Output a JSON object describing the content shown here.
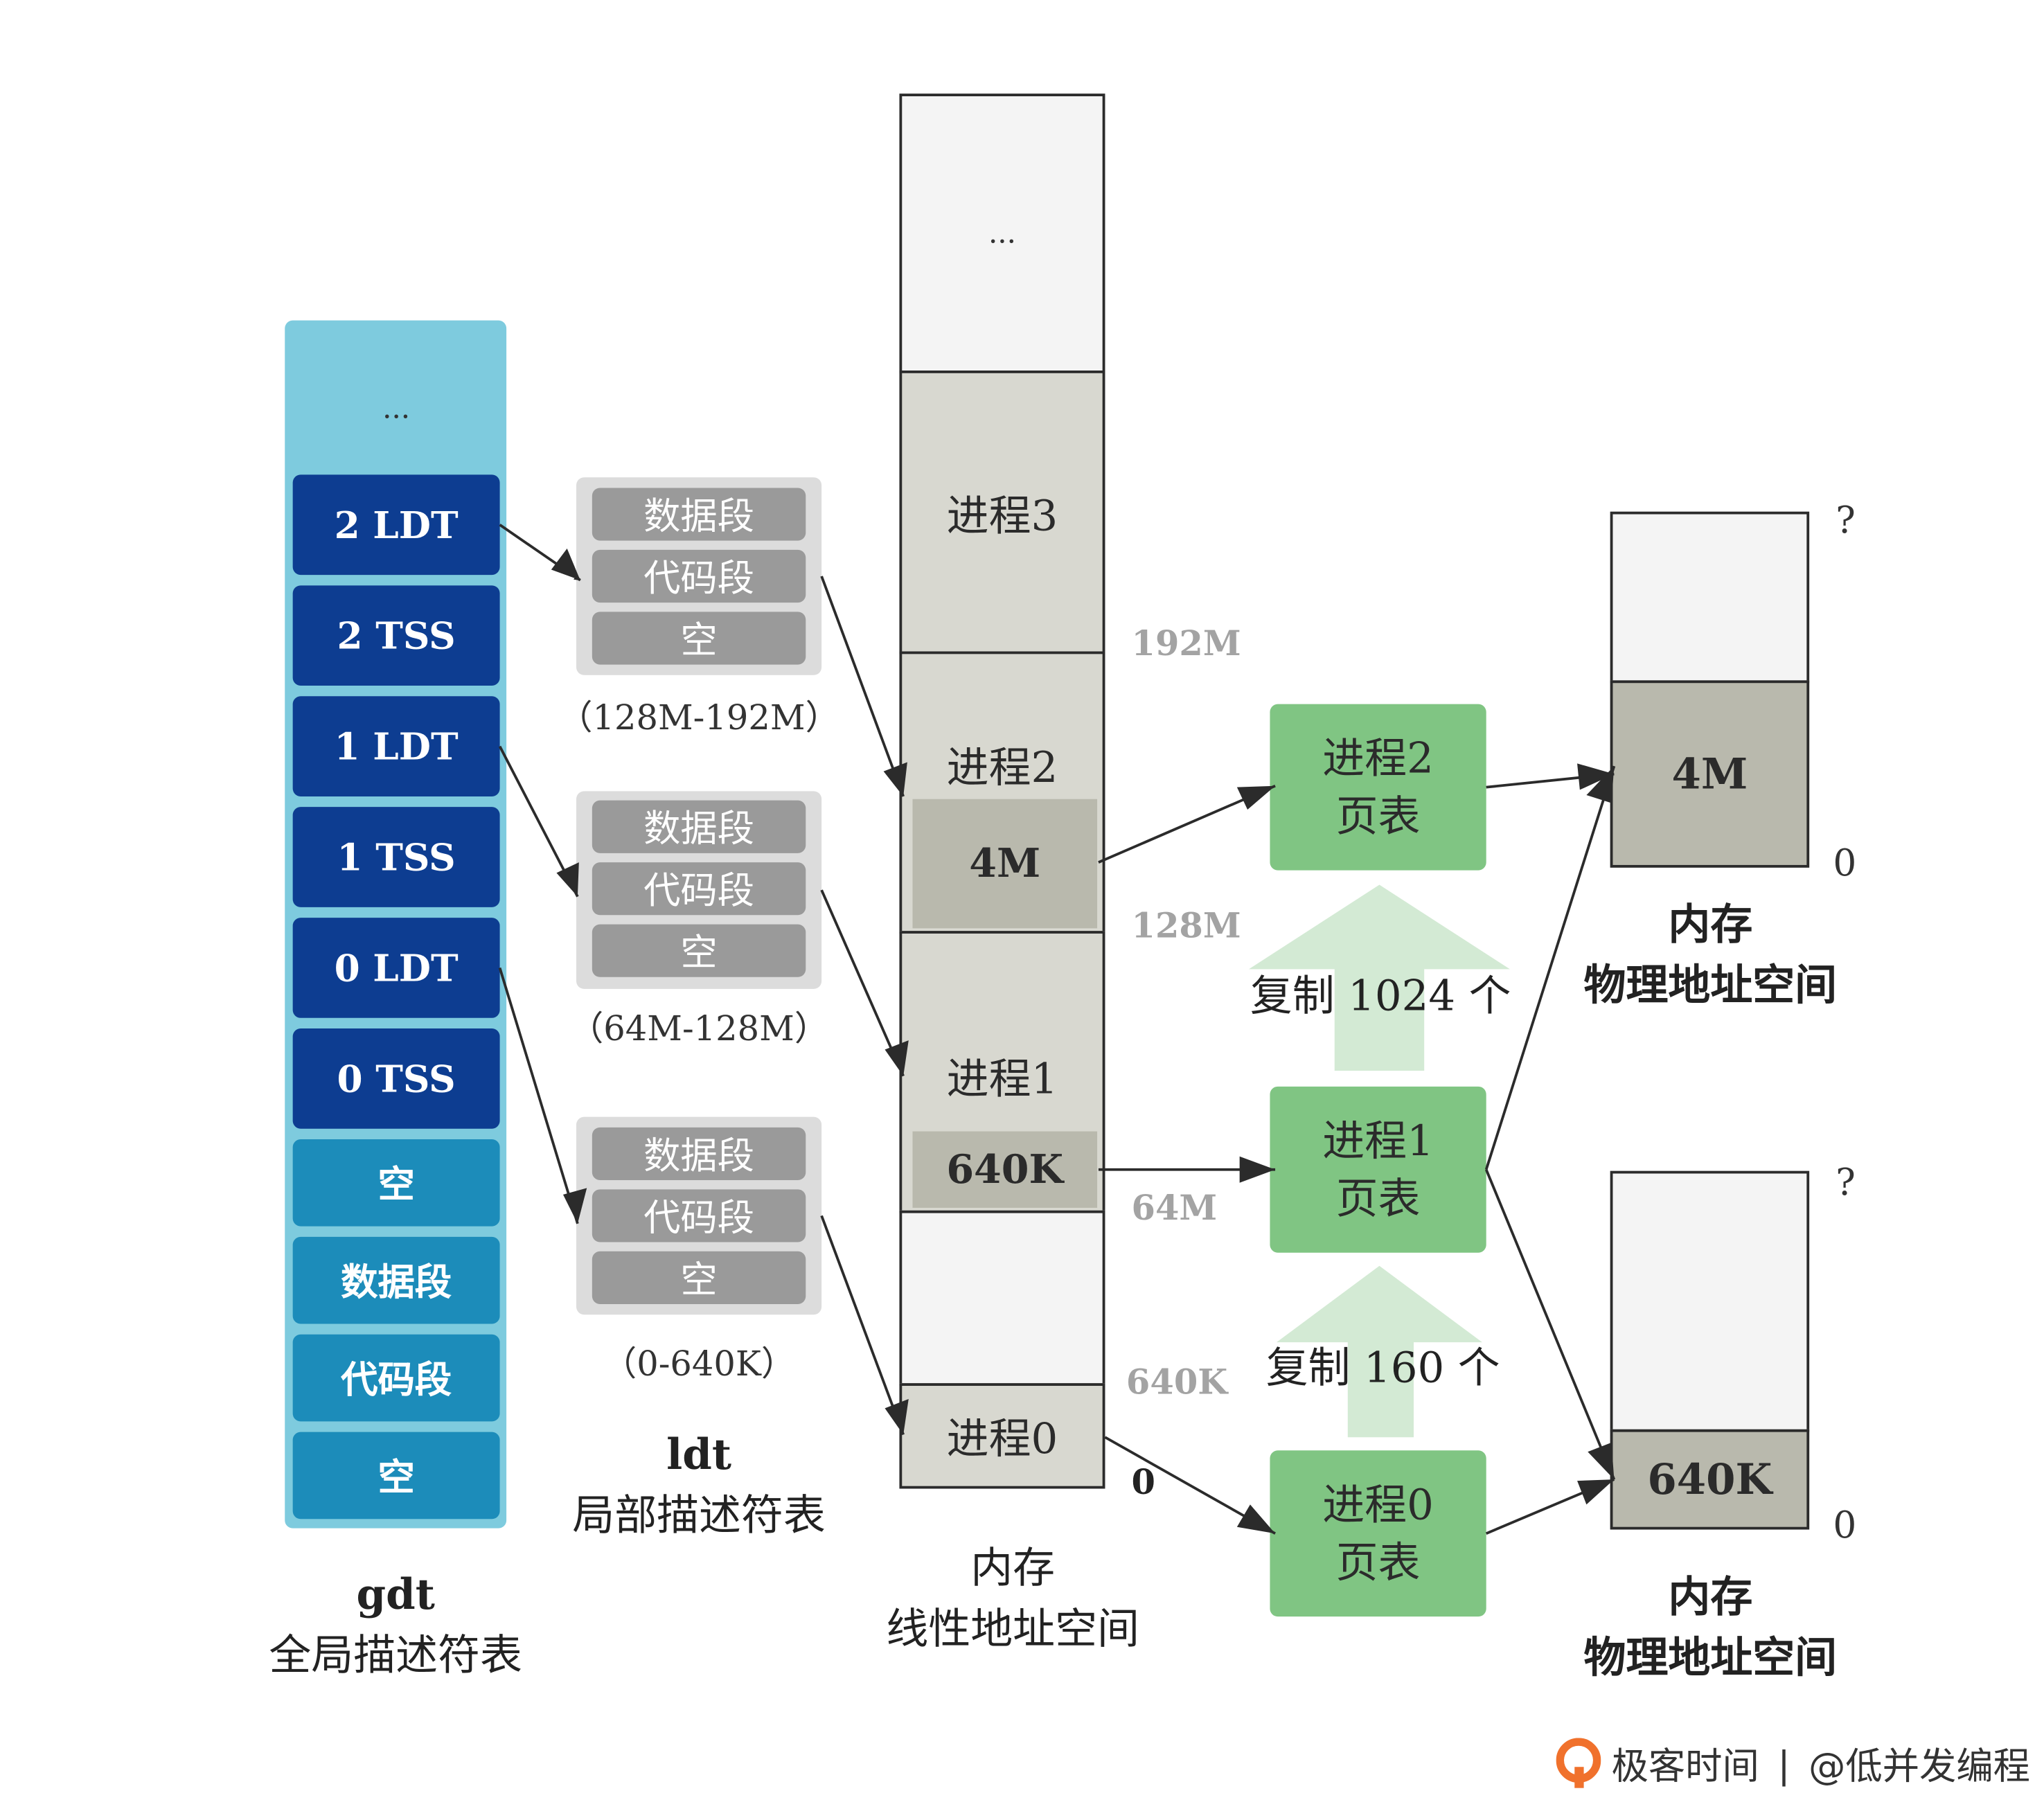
{
  "gdt": {
    "ellipsis": "...",
    "entries": [
      "2 LDT",
      "2 TSS",
      "1 LDT",
      "1 TSS",
      "0 LDT",
      "0 TSS",
      "空",
      "数据段",
      "代码段",
      "空"
    ],
    "caption_title": "gdt",
    "caption_sub": "全局描述符表"
  },
  "ldt": {
    "tables": [
      {
        "cells": [
          "数据段",
          "代码段",
          "空"
        ],
        "range": "（128M-192M）"
      },
      {
        "cells": [
          "数据段",
          "代码段",
          "空"
        ],
        "range": "（64M-128M）"
      },
      {
        "cells": [
          "数据段",
          "代码段",
          "空"
        ],
        "range": "（0-640K）"
      }
    ],
    "caption_title": "ldt",
    "caption_sub": "局部描述符表"
  },
  "linear": {
    "ellipsis": "...",
    "proc3": "进程3",
    "proc2": "进程2",
    "proc2_inner": "4M",
    "proc1": "进程1",
    "proc1_inner": "640K",
    "proc0": "进程0",
    "addresses": {
      "a192": "192M",
      "a128": "128M",
      "a64": "64M",
      "a640k": "640K",
      "a0": "0"
    },
    "caption_title": "内存",
    "caption_sub": "线性地址空间"
  },
  "page_tables": [
    {
      "line1": "进程2",
      "line2": "页表"
    },
    {
      "line1": "进程1",
      "line2": "页表"
    },
    {
      "line1": "进程0",
      "line2": "页表"
    }
  ],
  "copy": {
    "upper": "复制 1024 个",
    "lower": "复制 160 个"
  },
  "physical": [
    {
      "inner": "4M",
      "top_mark": "?",
      "bottom_mark": "0",
      "caption_title": "内存",
      "caption_sub": "物理地址空间"
    },
    {
      "inner": "640K",
      "top_mark": "?",
      "bottom_mark": "0",
      "caption_title": "内存",
      "caption_sub": "物理地址空间"
    }
  ],
  "footer": {
    "brand": "极客时间",
    "separator": "|",
    "author": "@低并发编程"
  },
  "colors": {
    "gdt_bg": "#7ecbde",
    "gdt_dark": "#0d3d91",
    "gdt_mid": "#1c8cba",
    "ldt_bg": "#dcdcdc",
    "ldt_cell": "#9a9a9a",
    "mem_light": "#f4f4f4",
    "mem_gray": "#d8d8d0",
    "mem_inner": "#b9b9ad",
    "page_table": "#80c583",
    "copy_arrow": "#d3ead4",
    "logo": "#f0712c"
  }
}
